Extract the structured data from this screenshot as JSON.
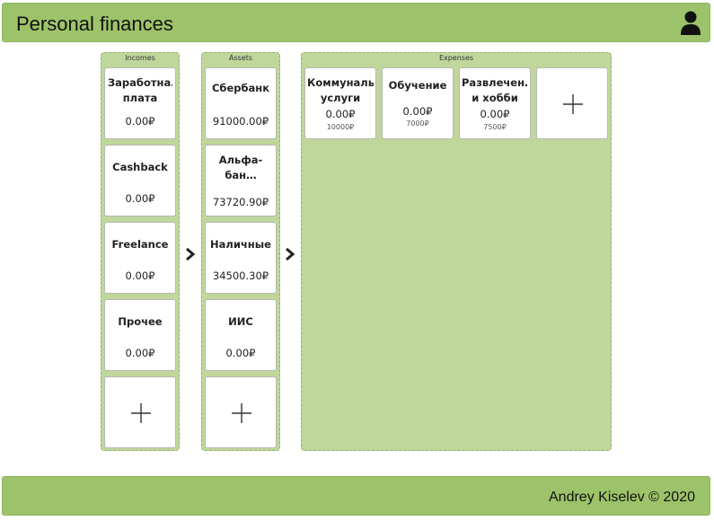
{
  "header": {
    "title": "Personal finances",
    "user_icon": "user-icon"
  },
  "footer": {
    "copyright": "Andrey Kiselev © 2020"
  },
  "incomes": {
    "title": "Incomes",
    "items": [
      {
        "name": "Заработна… плата",
        "amount": "0.00₽"
      },
      {
        "name": "Cashback",
        "amount": "0.00₽"
      },
      {
        "name": "Freelance",
        "amount": "0.00₽"
      },
      {
        "name": "Прочее",
        "amount": "0.00₽"
      }
    ],
    "add_icon": "plus-icon"
  },
  "assets": {
    "title": "Assets",
    "items": [
      {
        "name": "Сбербанк",
        "amount": "91000.00₽"
      },
      {
        "name": "Альфа-бан…",
        "amount": "73720.90₽"
      },
      {
        "name": "Наличные",
        "amount": "34500.30₽"
      },
      {
        "name": "ИИС",
        "amount": "0.00₽"
      }
    ],
    "add_icon": "plus-icon"
  },
  "expenses": {
    "title": "Expenses",
    "items": [
      {
        "name": "Коммуналь… услуги",
        "amount": "0.00₽",
        "budget": "10000₽"
      },
      {
        "name": "Обучение",
        "amount": "0.00₽",
        "budget": "7000₽"
      },
      {
        "name": "Развлечен… и хобби",
        "amount": "0.00₽",
        "budget": "7500₽"
      }
    ],
    "add_icon": "plus-icon"
  },
  "arrows": {
    "icon": "chevron-right-icon"
  },
  "colors": {
    "bar": "#9dc36a",
    "column": "#bfd79b",
    "card": "#ffffff"
  }
}
